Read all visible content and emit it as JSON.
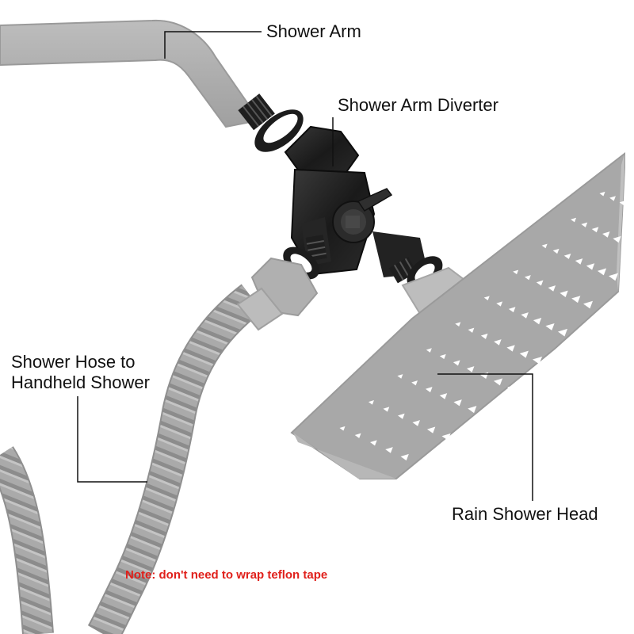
{
  "labels": {
    "shower_arm": "Shower Arm",
    "diverter": "Shower Arm Diverter",
    "hose_line1": "Shower Hose to",
    "hose_line2": "Handheld Shower",
    "rain_head": "Rain Shower Head"
  },
  "note": {
    "text": "Note: don't need to wrap teflon tape",
    "color": "#e0201b"
  },
  "colors": {
    "pipe_gray": "#a9a9a9",
    "pipe_edge": "#9a9a9a",
    "part_black": "#1c1c1c",
    "nozzle_white": "#ffffff",
    "leader_line": "#111111"
  },
  "icons": [
    "shower-arm-icon",
    "diverter-valve-icon",
    "hose-icon",
    "rain-shower-head-icon",
    "washer-ring-icon"
  ]
}
